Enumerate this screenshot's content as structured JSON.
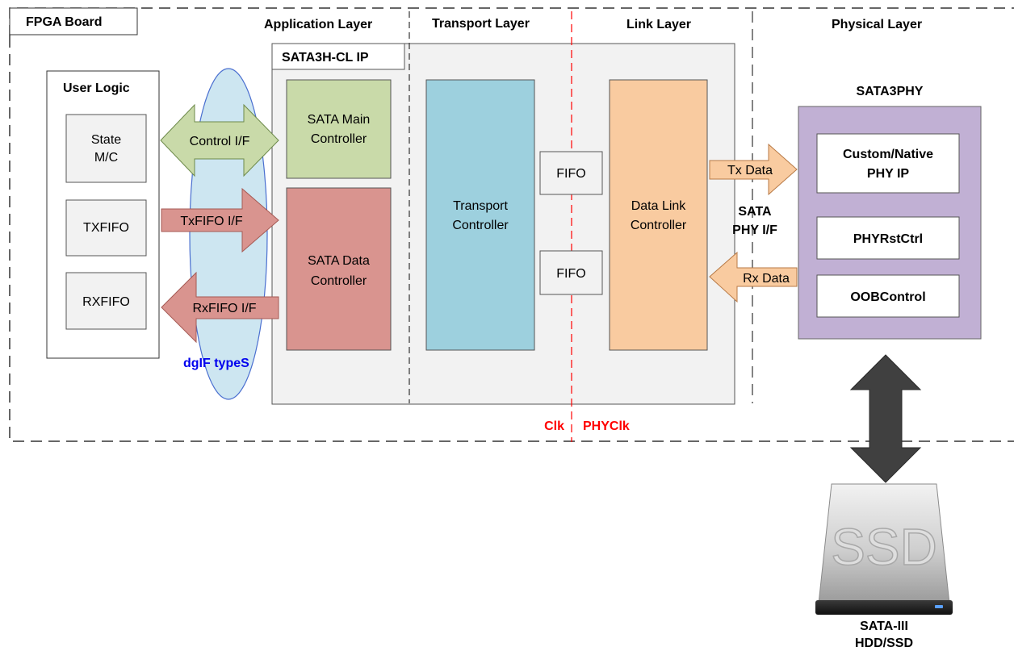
{
  "fpga_board": {
    "label": "FPGA Board"
  },
  "layers": {
    "application": "Application Layer",
    "transport": "Transport Layer",
    "link": "Link Layer",
    "physical": "Physical Layer"
  },
  "ip_core": {
    "label": "SATA3H-CL IP"
  },
  "user_logic": {
    "title": "User Logic",
    "state_mc": [
      "State",
      "M/C"
    ],
    "txfifo": "TXFIFO",
    "rxfifo": "RXFIFO"
  },
  "interfaces": {
    "control": "Control I/F",
    "txfifo": "TxFIFO I/F",
    "rxfifo": "RxFIFO I/F",
    "dgif": "dgIF typeS"
  },
  "application_blocks": {
    "main_controller": [
      "SATA Main",
      "Controller"
    ],
    "data_controller": [
      "SATA Data",
      "Controller"
    ]
  },
  "transport_block": [
    "Transport",
    "Controller"
  ],
  "fifos": [
    "FIFO",
    "FIFO"
  ],
  "link_block": [
    "Data Link",
    "Controller"
  ],
  "phy_if": {
    "tx_data": "Tx Data",
    "rx_data": "Rx Data",
    "label": [
      "SATA",
      "PHY I/F"
    ]
  },
  "phy": {
    "title": "SATA3PHY",
    "custom": [
      "Custom/Native",
      "PHY IP"
    ],
    "rst": "PHYRstCtrl",
    "oob": "OOBControl"
  },
  "clock_domains": {
    "left": "Clk",
    "right": "PHYClk"
  },
  "ssd": {
    "logo": "SSD",
    "label": [
      "SATA-III",
      "HDD/SSD"
    ]
  },
  "colors": {
    "app_green": "#c9daa9",
    "app_red": "#d9948f",
    "transport_blue": "#9dd0de",
    "link_orange": "#f9cba0",
    "phy_purple": "#c1b0d4",
    "ellipse_blue": "#cde6f1",
    "clock_red": "#ff0000",
    "dgif_blue": "#0000ee"
  }
}
